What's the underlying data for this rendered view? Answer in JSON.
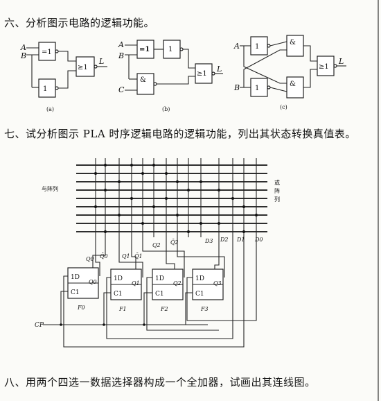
{
  "q6": {
    "title": "六、分析图示电路的逻辑功能。",
    "circuit_a": {
      "A": "A",
      "B": "B",
      "xnor": "=1",
      "or": "≥1",
      "not": "1",
      "L": "L",
      "caption": "(a)"
    },
    "circuit_b": {
      "A": "A",
      "B": "B",
      "C": "C",
      "xor": "=1",
      "not": "1",
      "and": "&",
      "or": "≥1",
      "L": "L",
      "caption": "(b)"
    },
    "circuit_c": {
      "A": "A",
      "B": "B",
      "not1": "1",
      "not2": "1",
      "and1": "&",
      "and2": "&",
      "or": "≥1",
      "L": "L",
      "caption": "(c)"
    }
  },
  "q7": {
    "title": "七、试分析图示 PLA 时序逻辑电路的逻辑功能，列出其状态转换真值表。",
    "and_array": "与阵列",
    "or_array": [
      "或",
      "阵",
      "列"
    ],
    "cols": {
      "q0": "Q0",
      "q0n": "Q̄0",
      "q1": "Q1",
      "q1n": "Q̄1",
      "q2": "Q2",
      "q2n": "Q̄2",
      "d3": "D3",
      "d2": "D2",
      "d1": "D1",
      "d0": "D0"
    },
    "ff": [
      {
        "d": "1D",
        "c": "C1",
        "q": "Q0",
        "name": "F0"
      },
      {
        "d": "1D",
        "c": "C1",
        "q": "Q1",
        "name": "F1"
      },
      {
        "d": "1D",
        "c": "C1",
        "q": "Q2",
        "name": "F2"
      },
      {
        "d": "1D",
        "c": "C1",
        "q": "Q3",
        "name": "F3"
      }
    ],
    "cp": "CP"
  },
  "q8": {
    "title": "八、用两个四选一数据选择器构成一个全加器，试画出其连线图。"
  }
}
